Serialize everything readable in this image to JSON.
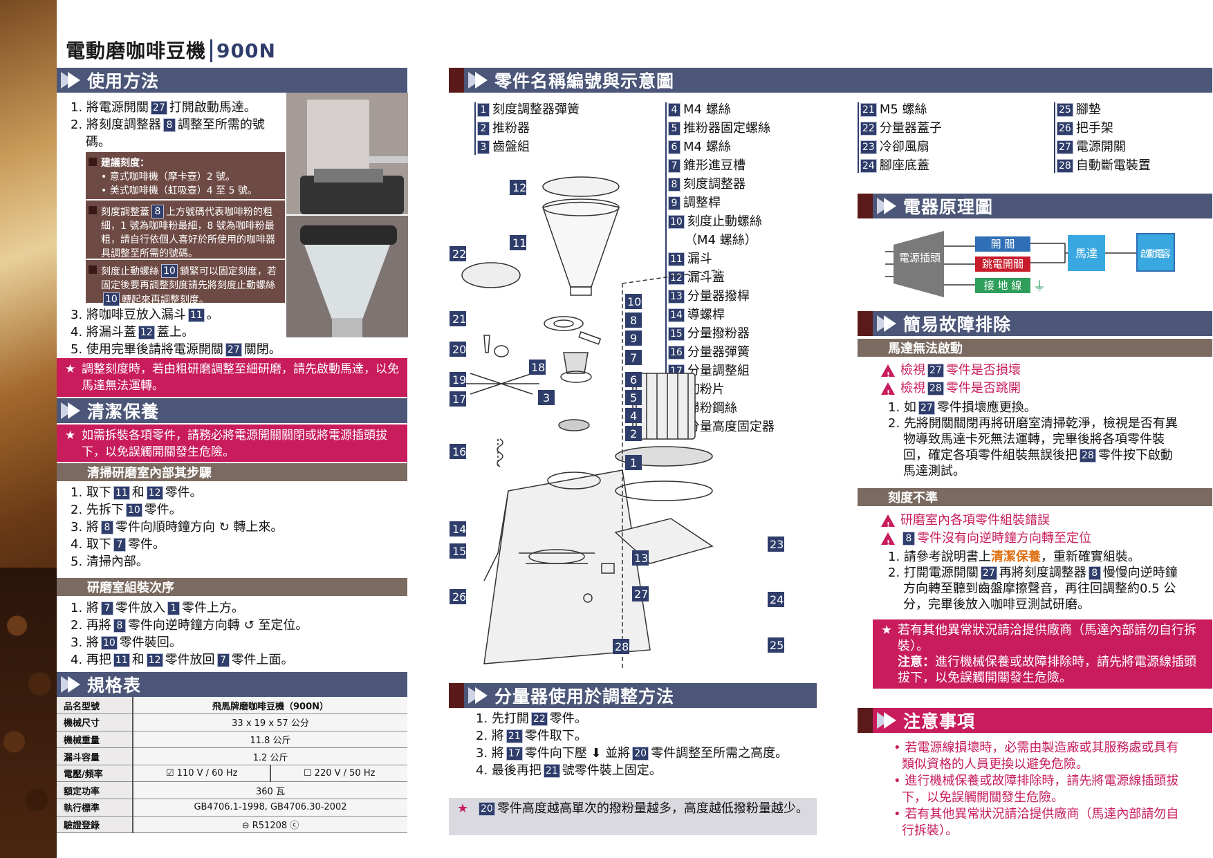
{
  "title": {
    "name": "電動磨咖啡豆機",
    "model": "900N"
  },
  "colors": {
    "accent": "#4b5678",
    "brand": "#2f3d6b",
    "alert": "#c81c5c",
    "sub": "#7a6a60"
  },
  "usage": {
    "heading": "使用方法",
    "steps": [
      {
        "pre": "1. 將電源開關",
        "badge": "27",
        "post": "打開啟動馬達。"
      },
      {
        "pre": "2. 將刻度調整器",
        "badge": "8",
        "post": "調整至所需的號碼。"
      }
    ],
    "note1_title": "建議刻度：",
    "note1_lines": [
      "• 意式咖啡機（摩卡壺）2 號。",
      "• 美式咖啡機（虹吸壺）4 至 5 號。"
    ],
    "note2_pre": "刻度調整蓋",
    "note2_badge": "8",
    "note2_post": "上方號碼代表咖啡粉的粗細，1 號為咖啡粉最細，8 號為咖啡粉最粗，請自行依個人喜好於所使用的咖啡器具調整至所需的號碼。",
    "note3_pre": "刻度止動螺絲",
    "note3_badge": "10",
    "note3_mid": "鎖緊可以固定刻度，若固定後要再調整刻度請先將刻度止動螺絲",
    "note3_badge2": "10",
    "note3_post": "轉起來再調整刻度。",
    "steps2": [
      {
        "pre": "3. 將咖啡豆放入漏斗",
        "badge": "11",
        "post": "。"
      },
      {
        "pre": "4. 將漏斗蓋",
        "badge": "12",
        "post": "蓋上。"
      },
      {
        "pre": "5. 使用完畢後請將電源開關",
        "badge": "27",
        "post": "關閉。"
      }
    ],
    "warning": "調整刻度時，若由粗研磨調整至細研磨，請先啟動馬達，以免馬達無法運轉。"
  },
  "cleaning": {
    "heading": "清潔保養",
    "warning": "如需拆裝各項零件，請務必將電源開關關閉或將電源插頭拔下，以免誤觸開關發生危險。",
    "sub1": "清掃研磨室內部其步驟",
    "steps1": [
      {
        "pre": "1. 取下",
        "b1": "11",
        "mid": "和",
        "b2": "12",
        "post": "零件。"
      },
      {
        "pre": "2. 先拆下",
        "b1": "10",
        "post": "零件。"
      },
      {
        "pre": "3. 將",
        "b1": "8",
        "post": "零件向順時鐘方向",
        "tail": "轉上來。"
      },
      {
        "pre": "4. 取下",
        "b1": "7",
        "post": "零件。"
      },
      {
        "pre": "5. 清掃內部。"
      }
    ],
    "sub2": "研磨室組裝次序",
    "steps2": [
      {
        "pre": "1. 將",
        "b1": "7",
        "mid": "零件放入",
        "b2": "1",
        "post": "零件上方。"
      },
      {
        "pre": "2. 再將",
        "b1": "8",
        "post": "零件向逆時鐘方向轉",
        "tail": "至定位。"
      },
      {
        "pre": "3. 將",
        "b1": "10",
        "post": "零件裝回。"
      },
      {
        "pre": "4. 再把",
        "b1": "11",
        "mid": "和",
        "b2": "12",
        "post": "零件放回",
        "b3": "7",
        "tail": "零件上面。"
      }
    ]
  },
  "spec": {
    "heading": "規格表",
    "rows": [
      {
        "k": "品名型號",
        "v": "飛馬牌磨咖啡豆機（900N）"
      },
      {
        "k": "機械尺寸",
        "v": "33 x 19 x 57 公分"
      },
      {
        "k": "機械重量",
        "v": "11.8 公斤"
      },
      {
        "k": "漏斗容量",
        "v": "1.2 公斤"
      },
      {
        "k": "電壓/頻率",
        "v1": "☑ 110 V / 60 Hz",
        "v2": "☐ 220 V / 50 Hz"
      },
      {
        "k": "額定功率",
        "v": "360 瓦"
      },
      {
        "k": "執行標準",
        "v": "GB4706.1-1998, GB4706.30-2002"
      },
      {
        "k": "驗證登錄",
        "v": "R51208"
      }
    ]
  },
  "parts": {
    "heading": "零件名稱編號與示意圖",
    "col1": [
      [
        "1",
        "刻度調整器彈簧"
      ],
      [
        "2",
        "推粉器"
      ],
      [
        "3",
        "齒盤組"
      ]
    ],
    "col2": [
      [
        "4",
        "M4 螺絲"
      ],
      [
        "5",
        "推粉器固定螺絲"
      ],
      [
        "6",
        "M4 螺絲"
      ],
      [
        "7",
        "錐形進豆槽"
      ],
      [
        "8",
        "刻度調整器"
      ],
      [
        "9",
        "調整桿"
      ],
      [
        "10",
        "刻度止動螺絲"
      ],
      [
        "",
        "（M4 螺絲）"
      ],
      [
        "11",
        "漏斗"
      ],
      [
        "12",
        "漏斗蓋"
      ],
      [
        "13",
        "分量器撥桿"
      ],
      [
        "14",
        "導螺桿"
      ],
      [
        "15",
        "分量撥粉器"
      ],
      [
        "16",
        "分量器彈簧"
      ],
      [
        "17",
        "分量調整組"
      ],
      [
        "18",
        "切粉片"
      ],
      [
        "19",
        "掃粉鋼絲"
      ],
      [
        "20",
        "分量高度固定器"
      ]
    ],
    "col3": [
      [
        "21",
        "M5 螺絲"
      ],
      [
        "22",
        "分量器蓋子"
      ],
      [
        "23",
        "冷卻風扇"
      ],
      [
        "24",
        "腳座底蓋"
      ]
    ],
    "col4": [
      [
        "25",
        "腳墊"
      ],
      [
        "26",
        "把手架"
      ],
      [
        "27",
        "電源開關"
      ],
      [
        "28",
        "自動斷電裝置"
      ]
    ],
    "diagram_labels": [
      "12",
      "11",
      "22",
      "10",
      "8",
      "9",
      "21",
      "7",
      "20",
      "18",
      "6",
      "19",
      "3",
      "5",
      "17",
      "4",
      "2",
      "16",
      "1",
      "14",
      "15",
      "13",
      "23",
      "26",
      "27",
      "24",
      "28",
      "25"
    ]
  },
  "electric": {
    "heading": "電器原理圖",
    "power": "電源插頭",
    "switch": "開 關",
    "breaker": "跳電開關",
    "ground": "接 地 線",
    "motor": "馬達",
    "capacitor": "啟動電容"
  },
  "trouble": {
    "heading": "簡易故障排除",
    "sub1": "馬達無法啟動",
    "warn1": [
      {
        "pre": "檢視",
        "badge": "27",
        "post": "零件是否損壞"
      },
      {
        "pre": "檢視",
        "badge": "28",
        "post": "零件是否跳開"
      }
    ],
    "steps1": [
      {
        "pre": "1. 如",
        "badge": "27",
        "post": "零件損壞應更換。"
      },
      {
        "pre": "2. 先將開關關閉再將研磨室清掃乾淨，檢視是否有異物導致馬達卡死無法運轉，完畢後將各項零件裝回，確定各項零件組裝無誤後把",
        "badge": "28",
        "post": "零件按下啟動馬達測試。"
      }
    ],
    "sub2": "刻度不準",
    "warn2": [
      {
        "pre": "研磨室內各項零件組裝錯誤"
      },
      {
        "badge": "8",
        "post": "零件沒有向逆時鐘方向轉至定位"
      }
    ],
    "steps2_1_pre": "1. 請參考說明書上",
    "steps2_1_link": "清潔保養",
    "steps2_1_post": "，重新確實組裝。",
    "steps2_2_pre": "2. 打開電源開關",
    "steps2_2_b1": "27",
    "steps2_2_mid": "再將刻度調整器",
    "steps2_2_b2": "8",
    "steps2_2_post": "慢慢向逆時鐘方向轉至聽到齒盤摩擦聲音，再往回調整約0.5 公分，完畢後放入咖啡豆測試研磨。",
    "box_line1": "若有其他異常狀況請洽提供廠商（馬達內部請勿自行拆裝）。",
    "box_note_label": "注意：",
    "box_note": "進行機械保養或故障排除時，請先將電源線插頭拔下，以免誤觸開關發生危險。"
  },
  "doser": {
    "heading": "分量器使用於調整方法",
    "steps": [
      {
        "pre": "1. 先打開",
        "badge": "22",
        "post": "零件。"
      },
      {
        "pre": "2. 將",
        "badge": "21",
        "post": "零件取下。"
      },
      {
        "pre": "3. 將",
        "badge": "17",
        "post": "零件向下壓",
        "mid": "並將",
        "badge2": "20",
        "tail": "零件調整至所需之高度。"
      },
      {
        "pre": "4. 最後再把",
        "badge": "21",
        "post": "號零件裝上固定。"
      }
    ],
    "note_badge": "20",
    "note": "零件高度越高單次的撥粉量越多，高度越低撥粉量越少。"
  },
  "caution": {
    "heading": "注意事項",
    "items": [
      "若電源線損壞時，必需由製造廠或其服務處或具有類似資格的人員更換以避免危險。",
      "進行機械保養或故障排除時，請先將電源線插頭拔下，以免誤觸開關發生危險。",
      "若有其他異常狀況請洽提供廠商（馬達內部請勿自行拆裝）。"
    ]
  }
}
